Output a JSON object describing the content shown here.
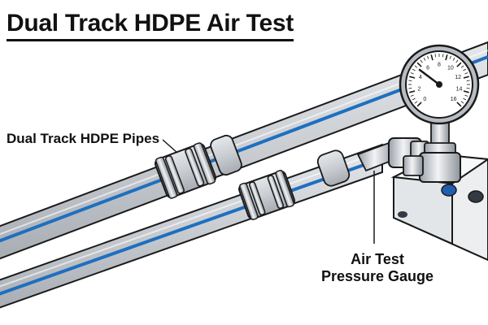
{
  "title": "Dual Track HDPE Air Test",
  "labels": {
    "pipes": "Dual Track HDPE Pipes",
    "gauge_line1": "Air Test",
    "gauge_line2": "Pressure Gauge"
  },
  "gauge": {
    "dial_numbers": [
      "0",
      "2",
      "4",
      "6",
      "8",
      "10",
      "12",
      "14",
      "16"
    ]
  },
  "colors": {
    "stripe": "#1e6fc0",
    "pipe": "#cfd3d8",
    "pipe_shade": "#9aa0a8",
    "outline": "#1a1a1a",
    "button_blue": "#1f5fb0",
    "button_dark": "#333a44"
  },
  "icons": {
    "gauge": "pressure-gauge-icon",
    "test_box": "test-unit-box"
  }
}
